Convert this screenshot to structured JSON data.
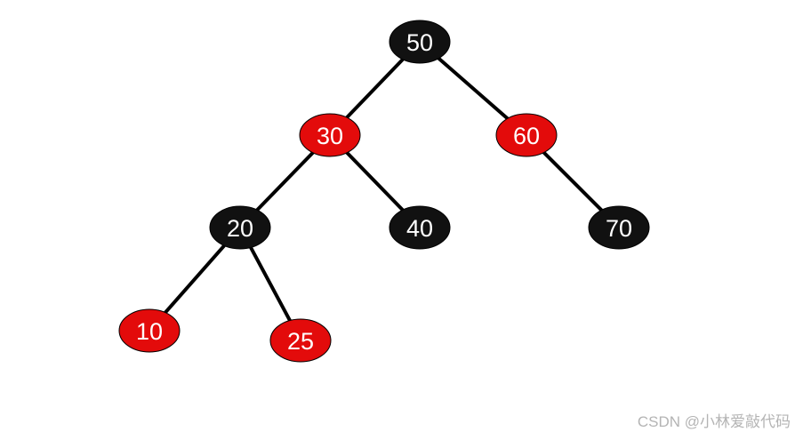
{
  "diagram": {
    "type": "red-black-tree",
    "colors": {
      "red": "#e30b0b",
      "black": "#111111",
      "edge": "#000000",
      "label": "#ffffff"
    },
    "nodes": [
      {
        "id": "n50",
        "label": "50",
        "color": "black"
      },
      {
        "id": "n30",
        "label": "30",
        "color": "red"
      },
      {
        "id": "n60",
        "label": "60",
        "color": "red"
      },
      {
        "id": "n20",
        "label": "20",
        "color": "black"
      },
      {
        "id": "n40",
        "label": "40",
        "color": "black"
      },
      {
        "id": "n70",
        "label": "70",
        "color": "black"
      },
      {
        "id": "n10",
        "label": "10",
        "color": "red"
      },
      {
        "id": "n25",
        "label": "25",
        "color": "red"
      }
    ],
    "edges": [
      {
        "from": "n50",
        "to": "n30"
      },
      {
        "from": "n50",
        "to": "n60"
      },
      {
        "from": "n30",
        "to": "n20"
      },
      {
        "from": "n30",
        "to": "n40"
      },
      {
        "from": "n60",
        "to": "n70"
      },
      {
        "from": "n20",
        "to": "n10"
      },
      {
        "from": "n20",
        "to": "n25"
      }
    ]
  },
  "watermark": {
    "text": "CSDN @小林爱敲代码"
  }
}
